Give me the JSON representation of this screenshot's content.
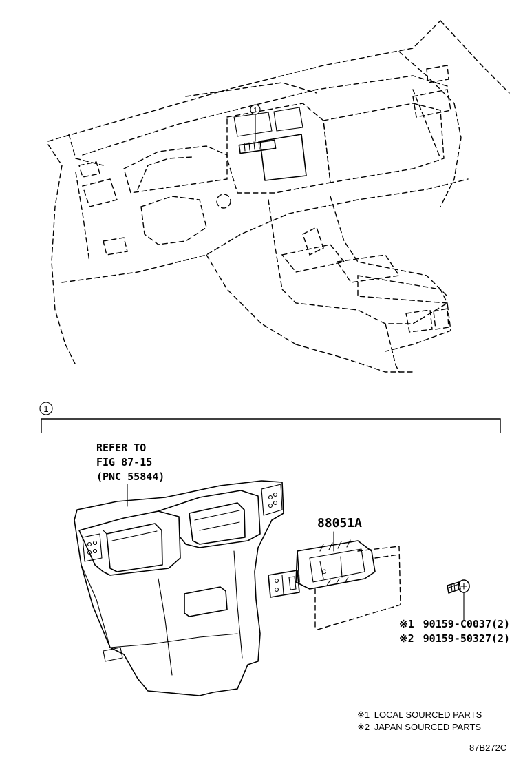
{
  "callout_marker": "1",
  "refer_to": {
    "line1": "REFER TO",
    "line2": "FIG 87-15",
    "line3": "(PNC 55844)"
  },
  "part_number_main": "88051A",
  "fasteners": [
    {
      "mark": "※1",
      "part": "90159-C0037(2)"
    },
    {
      "mark": "※2",
      "part": "90159-50327(2)"
    }
  ],
  "legend": [
    {
      "mark": "※1",
      "text": "LOCAL SOURCED PARTS"
    },
    {
      "mark": "※2",
      "text": "JAPAN SOURCED PARTS"
    }
  ],
  "figure_code": "87B272C"
}
